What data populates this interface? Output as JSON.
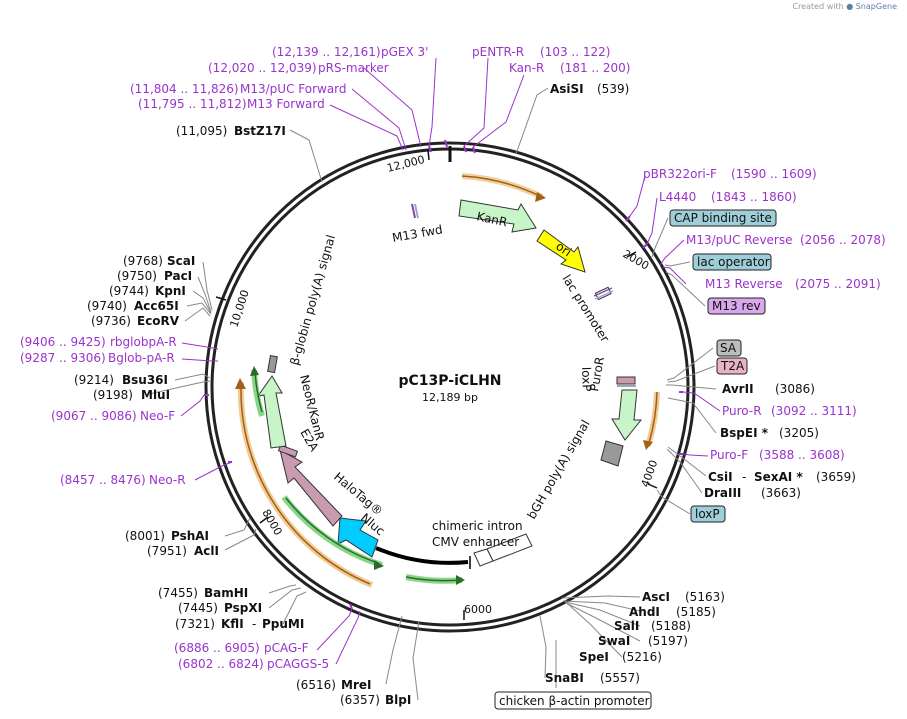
{
  "credit": {
    "prefix": "Created with",
    "brand": "SnapGene"
  },
  "plasmid": {
    "name": "pC13P-iCLHN",
    "length": "12,189 bp"
  },
  "ticks": {
    "t2000": "2000",
    "t4000": "4000",
    "t6000": "6000",
    "t8000": "8000",
    "t10000": "10,000",
    "t12000": "12,000"
  },
  "primers": {
    "pgex3": {
      "range": "(12,139 .. 12,161)",
      "name": "pGEX 3'"
    },
    "pentr_r": {
      "name": "pENTR-R",
      "range": "(103 .. 122)"
    },
    "prs_marker": {
      "range": "(12,020 .. 12,039)",
      "name": "pRS-marker"
    },
    "kan_r": {
      "name": "Kan-R",
      "range": "(181 .. 200)"
    },
    "m13puc_fwd": {
      "range": "(11,804 .. 11,826)",
      "name": "M13/pUC Forward"
    },
    "m13_fwd_primer": {
      "range": "(11,795 .. 11,812)",
      "name": "M13 Forward"
    },
    "pbr322": {
      "name": "pBR322ori-F",
      "range": "(1590 .. 1609)"
    },
    "l4440": {
      "name": "L4440",
      "range": "(1843 .. 1860)"
    },
    "m13puc_rev": {
      "name": "M13/pUC Reverse",
      "range": "(2056 .. 2078)"
    },
    "m13_rev": {
      "name": "M13 Reverse",
      "range": "(2075 .. 2091)"
    },
    "rbglob": {
      "range": "(9406 .. 9425)",
      "name": "rbglobpA-R"
    },
    "bglob": {
      "range": "(9287 .. 9306)",
      "name": "Bglob-pA-R"
    },
    "neo_f": {
      "range": "(9067 .. 9086)",
      "name": "Neo-F"
    },
    "neo_r": {
      "range": "(8457 .. 8476)",
      "name": "Neo-R"
    },
    "puro_r": {
      "name": "Puro-R",
      "range": "(3092 .. 3111)"
    },
    "puro_f": {
      "name": "Puro-F",
      "range": "(3588 .. 3608)"
    },
    "pcag_f": {
      "range": "(6886 .. 6905)",
      "name": "pCAG-F"
    },
    "pcaggs5": {
      "range": "(6802 .. 6824)",
      "name": "pCAGGS-5"
    }
  },
  "sites": {
    "asisi": {
      "name": "AsiSI",
      "pos": "(539)"
    },
    "bstz17i": {
      "pos": "(11,095)",
      "name": "BstZ17I"
    },
    "scai": {
      "pos": "(9768)",
      "name": "ScaI"
    },
    "paci": {
      "pos": "(9750)",
      "name": "PacI"
    },
    "kpni": {
      "pos": "(9744)",
      "name": "KpnI"
    },
    "acc65i": {
      "pos": "(9740)",
      "name": "Acc65I"
    },
    "ecorv": {
      "pos": "(9736)",
      "name": "EcoRV"
    },
    "bsu36i": {
      "pos": "(9214)",
      "name": "Bsu36I"
    },
    "mlui": {
      "pos": "(9198)",
      "name": "MluI"
    },
    "avrii": {
      "name": "AvrII",
      "pos": "(3086)"
    },
    "bspei": {
      "name": "BspEI *",
      "pos": "(3205)"
    },
    "csii": {
      "name": "CsiI",
      "dash": "-",
      "name2": "SexAI *",
      "pos": "(3659)"
    },
    "draiii": {
      "name": "DraIII",
      "pos": "(3663)"
    },
    "pshai": {
      "pos": "(8001)",
      "name": "PshAI"
    },
    "acli": {
      "pos": "(7951)",
      "name": "AclI"
    },
    "bamhi": {
      "pos": "(7455)",
      "name": "BamHI"
    },
    "pspxi": {
      "pos": "(7445)",
      "name": "PspXI"
    },
    "kfli": {
      "pos": "(7321)",
      "name": "KflI",
      "dash": "-",
      "name2": "PpuMI"
    },
    "asci": {
      "name": "AscI",
      "pos": "(5163)"
    },
    "ahdi": {
      "name": "AhdI",
      "pos": "(5185)"
    },
    "sali": {
      "name": "SalI",
      "pos": "(5188)"
    },
    "swai": {
      "name": "SwaI",
      "pos": "(5197)"
    },
    "spei": {
      "name": "SpeI",
      "pos": "(5216)"
    },
    "snabi": {
      "name": "SnaBI",
      "pos": "(5557)"
    },
    "mrei": {
      "pos": "(6516)",
      "name": "MreI"
    },
    "blpi": {
      "pos": "(6357)",
      "name": "BlpI"
    }
  },
  "boxes": {
    "cap": "CAP binding site",
    "lac_op": "lac operator",
    "m13rev": "M13 rev",
    "sa": "SA",
    "t2a": "T2A",
    "loxp": "loxP",
    "cba": "chicken β-actin promoter"
  },
  "features": {
    "kanr": "KanR",
    "ori": "ori",
    "m13fwd": "M13 fwd",
    "lacpromoter": "lac promoter",
    "loxp_inner": "loxP",
    "puror": "PuroR",
    "bgh": "bGH poly(A) signal",
    "chimeric": "chimeric intron",
    "cmv": "CMV enhancer",
    "nluc": "Nluc",
    "halotag": "HaloTag®",
    "e2a": "E2A",
    "neokan": "NeoR/KanR",
    "bglobin": "β-globin poly(A) signal"
  },
  "colors": {
    "site": "#000000",
    "primer": "#9933cc",
    "kanr": "#c8f5c8",
    "ori": "#ffff00",
    "puror": "#c8f5c8",
    "halotag": "#c99bb0",
    "nluc": "#00ccff",
    "orange": "#e8a94a",
    "green": "#55c455"
  }
}
